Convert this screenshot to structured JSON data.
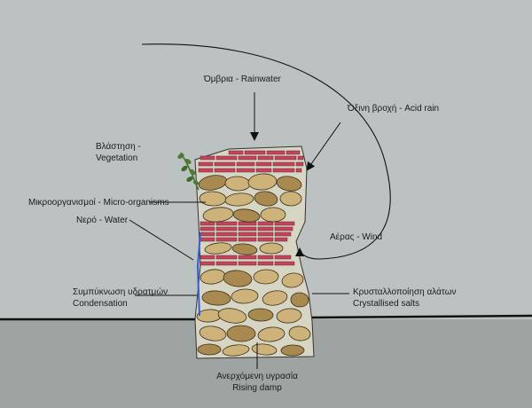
{
  "labels": {
    "rain": "Όμβρια - Rainwater",
    "acid": "Όξινη βροχή - Acid rain",
    "vegetation_gr": "Βλάστηση -",
    "vegetation_en": "Vegetation",
    "micro": "Μικροοργανισμοί - Micro-organisms",
    "water": "Νερό - Water",
    "wind": "Αέρας - Wind",
    "condensation_gr": "Συμπύκνωση υδρατμών",
    "condensation_en": "Condensation",
    "salts_gr": "Κρυσταλλοποίηση αλάτων",
    "salts_en": "Crystallised salts",
    "damp_gr": "Ανερχόμενη υγρασία",
    "damp_en": "Rising damp"
  },
  "colors": {
    "background": "#bcc2c1",
    "ground": "#9aa09d",
    "ground_line": "#111111",
    "stone": "#cdb27a",
    "stone_dark": "#a8894f",
    "mortar": "#d9d8c6",
    "brick": "#c2455a",
    "water": "#2f5fd8",
    "vegetation": "#3f6a2a",
    "ink": "#111111"
  }
}
